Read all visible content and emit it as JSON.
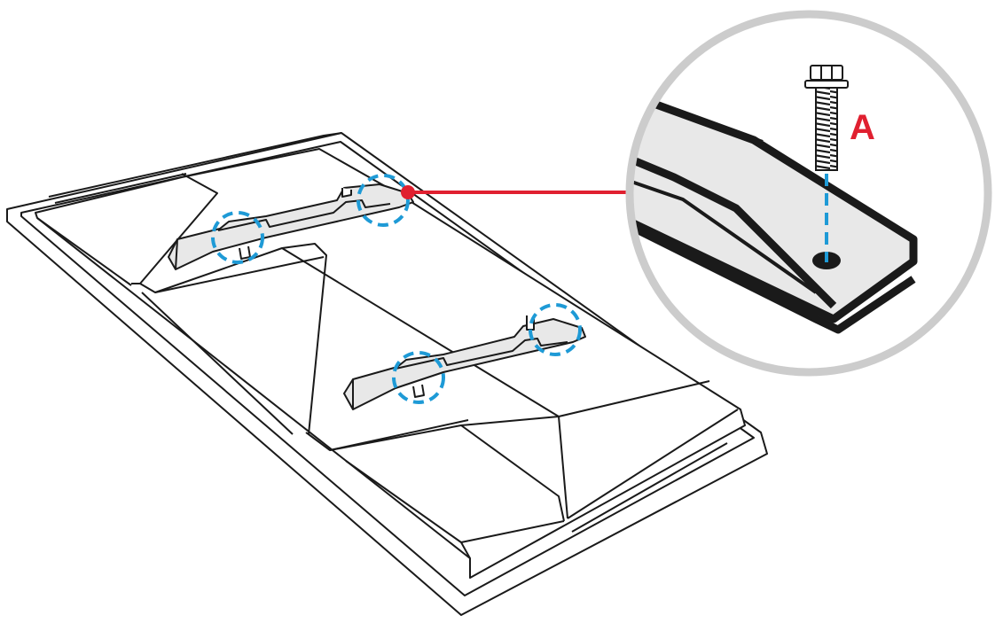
{
  "diagram": {
    "callout_label": "A",
    "items": {
      "display_panel": "tv-back-panel",
      "bracket_upper": "mounting-bracket",
      "bracket_lower": "mounting-bracket",
      "screw": "hex-bolt"
    },
    "marker_count": 4
  },
  "colors": {
    "outline": "#1a1a1a",
    "bracket_fill": "#e8e8e8",
    "marker": "#1e9ad6",
    "leader": "#e02030",
    "zoom_ring": "#cccccc",
    "label": "#e02030",
    "background": "#ffffff"
  }
}
